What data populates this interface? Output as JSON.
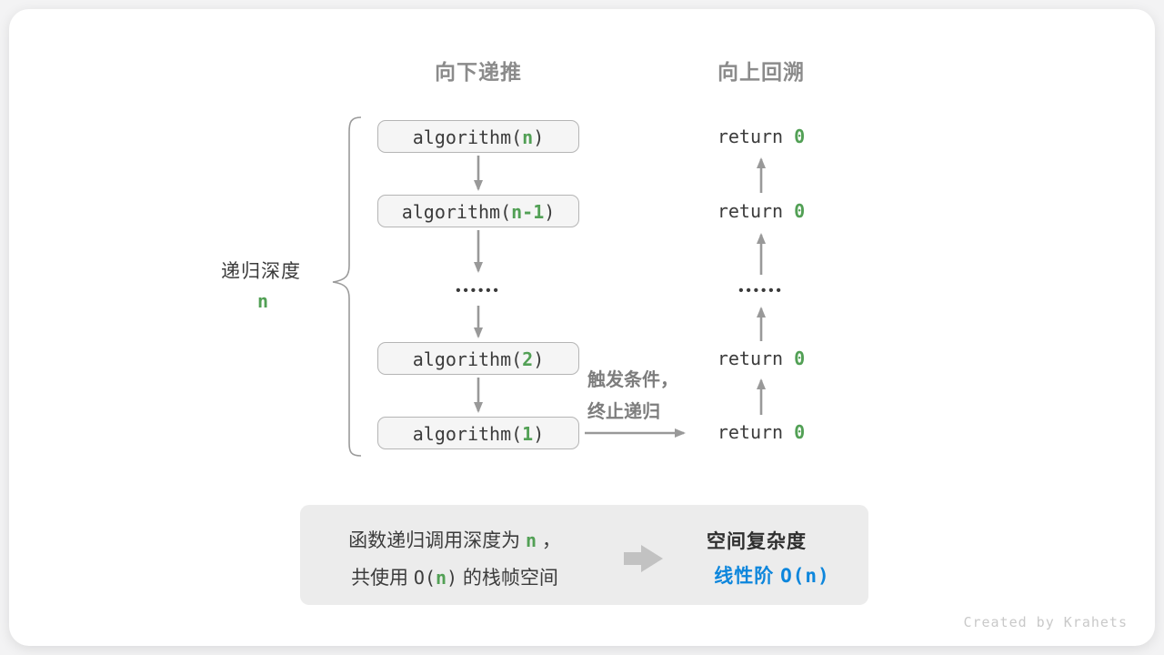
{
  "headers": {
    "downward": "向下递推",
    "upward": "向上回溯"
  },
  "depth_label": {
    "text": "递归深度",
    "value": "n"
  },
  "frames": [
    {
      "prefix": "algorithm(",
      "arg": "n",
      "suffix": ")"
    },
    {
      "prefix": "algorithm(",
      "arg": "n-1",
      "suffix": ")"
    },
    {
      "prefix": "algorithm(",
      "arg": "2",
      "suffix": ")"
    },
    {
      "prefix": "algorithm(",
      "arg": "1",
      "suffix": ")"
    }
  ],
  "ellipsis": "••••••",
  "returns": [
    {
      "keyword": "return ",
      "value": "0"
    },
    {
      "keyword": "return ",
      "value": "0"
    },
    {
      "keyword": "return ",
      "value": "0"
    },
    {
      "keyword": "return ",
      "value": "0"
    }
  ],
  "annotation": {
    "line1": "触发条件，",
    "line2": "终止递归"
  },
  "summary": {
    "line1": {
      "prefix": "函数递归调用深度为 ",
      "value": "n",
      "suffix": " ，"
    },
    "line2": {
      "pre_cjk": "共使用 ",
      "code_open": "O(",
      "value": "n",
      "code_close": ")",
      "suffix_cjk": " 的栈帧空间"
    },
    "right_title": "空间复杂度",
    "result": {
      "label": "线性阶 ",
      "code": "O(n)"
    }
  },
  "watermark": "Created by Krahets",
  "colors": {
    "green": "#52a055",
    "blue": "#0d86dc",
    "frame_fill": "#f5f5f5",
    "frame_border": "#b5b5b5",
    "arrow_gray": "#999999",
    "summary_bg": "#ececec",
    "header_gray": "#8b8b8b",
    "big_arrow_gray": "#c2c2c2"
  }
}
